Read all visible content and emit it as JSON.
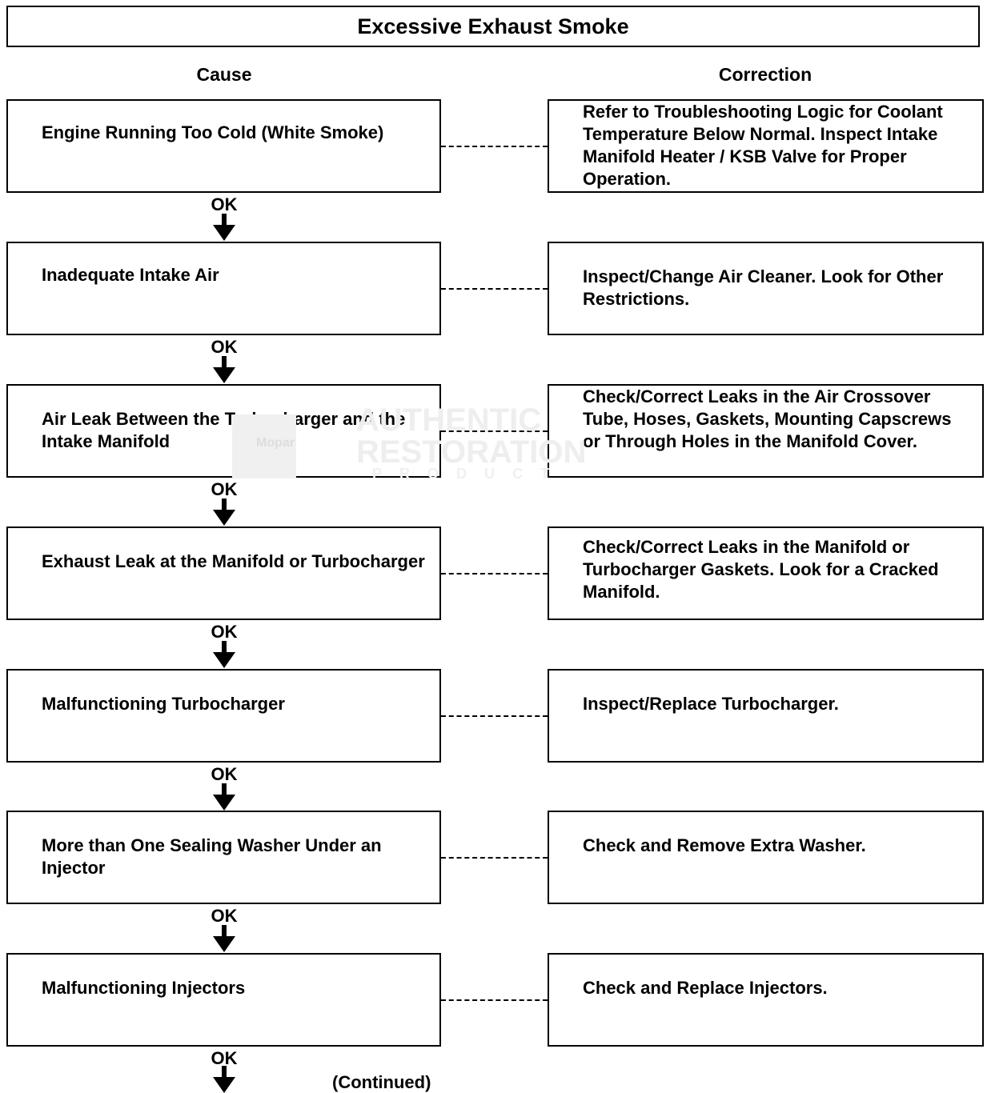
{
  "title": "Excessive Exhaust Smoke",
  "headers": {
    "cause": "Cause",
    "correction": "Correction"
  },
  "steps": [
    {
      "cause": "Engine Running Too Cold (White Smoke)",
      "correction": "Refer to Troubleshooting Logic for Coolant Temperature Below Normal. Inspect Intake Manifold Heater / KSB Valve for Proper Operation.",
      "connector": "OK"
    },
    {
      "cause": "Inadequate Intake Air",
      "correction": "Inspect/Change Air Cleaner. Look for Other Restrictions.",
      "connector": "OK"
    },
    {
      "cause": "Air Leak Between the Turbocharger and the Intake Manifold",
      "correction": "Check/Correct Leaks in the Air Crossover Tube, Hoses, Gaskets, Mounting Capscrews or Through Holes in the Manifold Cover.",
      "connector": "OK"
    },
    {
      "cause": "Exhaust Leak at the Manifold or Turbocharger",
      "correction": "Check/Correct Leaks in the Manifold or Turbocharger Gaskets. Look for a Cracked Manifold.",
      "connector": "OK"
    },
    {
      "cause": "Malfunctioning Turbocharger",
      "correction": "Inspect/Replace Turbocharger.",
      "connector": "OK"
    },
    {
      "cause": "More than One Sealing Washer Under an Injector",
      "correction": "Check and Remove Extra Washer.",
      "connector": "OK"
    },
    {
      "cause": "Malfunctioning Injectors",
      "correction": "Check and Replace Injectors.",
      "connector": "OK"
    }
  ],
  "continued": "(Continued)",
  "watermark": {
    "line1": "AUTHENTIC",
    "line2": "RESTORATION",
    "line3": "PRODUCT",
    "brand": "Mopar"
  }
}
